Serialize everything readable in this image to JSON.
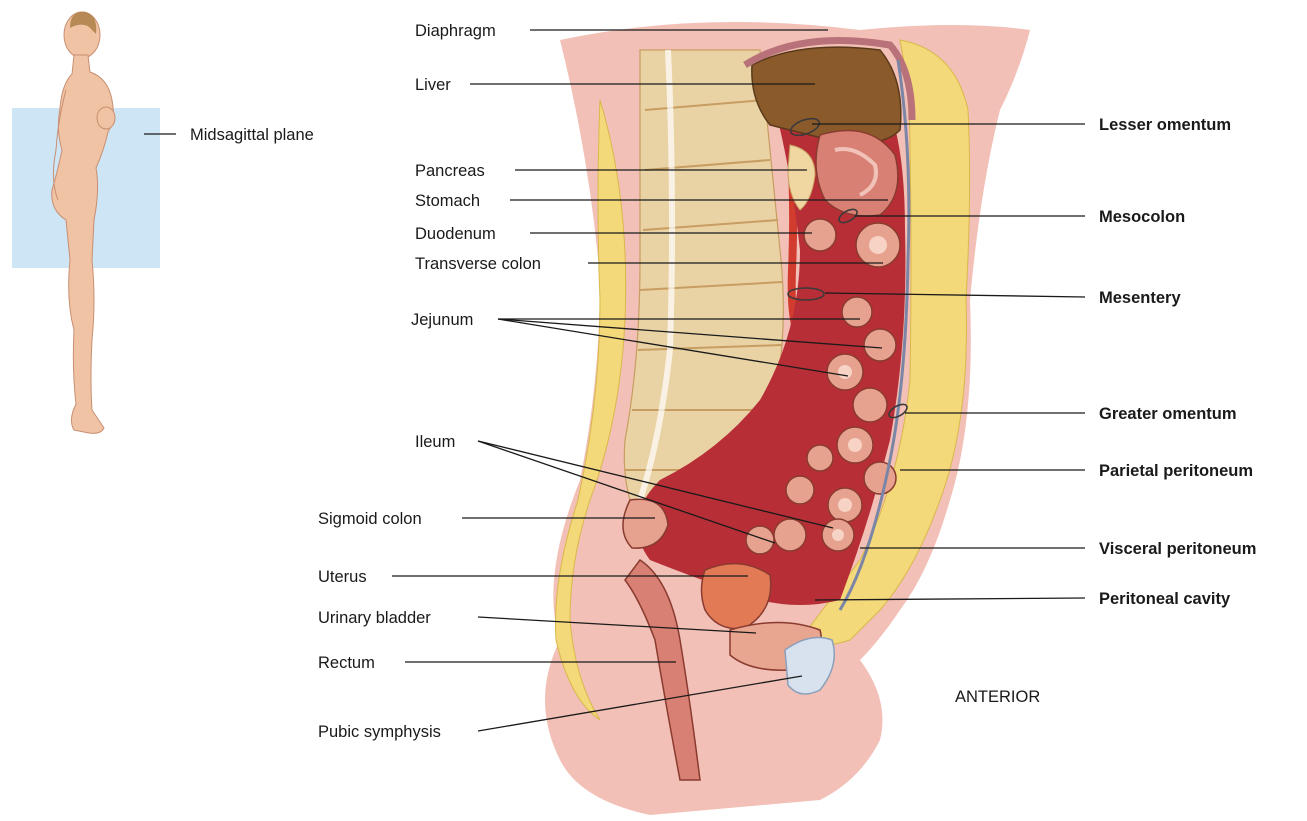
{
  "orientation_label": "ANTERIOR",
  "plane_label": "Midsagittal plane",
  "left_labels": {
    "diaphragm": "Diaphragm",
    "liver": "Liver",
    "pancreas": "Pancreas",
    "stomach": "Stomach",
    "duodenum": "Duodenum",
    "transverse_colon": "Transverse colon",
    "jejunum": "Jejunum",
    "ileum": "Ileum",
    "sigmoid_colon": "Sigmoid colon",
    "uterus": "Uterus",
    "urinary_bladder": "Urinary bladder",
    "rectum": "Rectum",
    "pubic_symphysis": "Pubic symphysis"
  },
  "right_labels": {
    "lesser_omentum": "Lesser omentum",
    "mesocolon": "Mesocolon",
    "mesentery": "Mesentery",
    "greater_omentum": "Greater omentum",
    "parietal_peritoneum": "Parietal peritoneum",
    "visceral_peritoneum": "Visceral peritoneum",
    "peritoneal_cavity": "Peritoneal cavity"
  },
  "colors": {
    "skin": "#f2c0b6",
    "skin_dark": "#e59e92",
    "fat": "#f3d97a",
    "bone": "#e9d3a4",
    "bone_dark": "#d7b27a",
    "cavity": "#b72e36",
    "viscera": "#d98074",
    "liver": "#8a5a2b",
    "plane": "#bcdcf2"
  }
}
